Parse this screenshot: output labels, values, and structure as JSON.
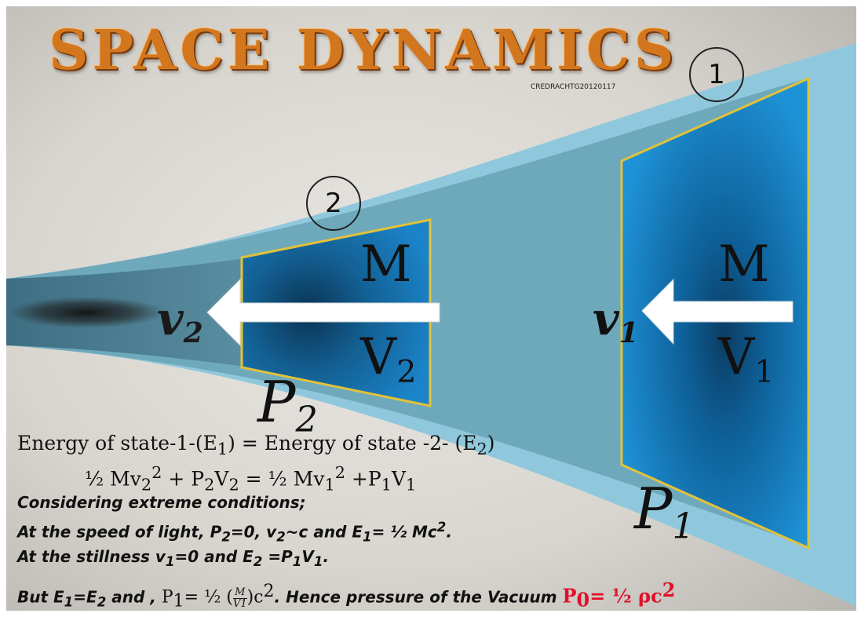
{
  "title": "SPACE DYNAMICS",
  "credit": "CREDRACHTG20120117",
  "state_labels": {
    "state1": "1",
    "state2": "2"
  },
  "mass": {
    "m": "M"
  },
  "volumes": {
    "v2_main": "V",
    "v2_sub": "2",
    "v1_main": "V",
    "v1_sub": "1"
  },
  "velocities": {
    "v2_main": "v",
    "v2_sub": "2",
    "v1_main": "v",
    "v1_sub": "1"
  },
  "pressures": {
    "p2_main": "P",
    "p2_sub": "2",
    "p1_main": "P",
    "p1_sub": "1"
  },
  "equations": {
    "line1": {
      "a": "Energy  of state-1-(E",
      "a_sub": "1",
      "b": ") = Energy of state -2-  (E",
      "b_sub": "2",
      "c": ")"
    },
    "line2": {
      "a": "½ Mv",
      "a_sub": "2",
      "a_sup": "2",
      "b": " + P",
      "b_sub": "2",
      "c": "V",
      "c_sub": "2",
      "d": "     = ½ Mv",
      "d_sub": "1",
      "d_sup": "2",
      "e": " +P",
      "e_sub": "1",
      "f": "V",
      "f_sub": "1"
    },
    "line3": "Considering extreme conditions;",
    "line4": {
      "a": "At the speed of light,  P",
      "a_sub": "2",
      "b": "=0, v",
      "b_sub": "2",
      "c": "~c and  E",
      "c_sub": "1",
      "d": "= ½ Mc",
      "d_sup": "2",
      "e": "."
    },
    "line5": {
      "a": "At the stillness v",
      "a_sub": "1",
      "b": "=0  and  E",
      "b_sub": "2",
      "c": " =P",
      "c_sub": "1",
      "d": "V",
      "d_sub": "1",
      "e": "."
    },
    "line6": {
      "a": "But E",
      "a_sub": "1",
      "b": "=E",
      "b_sub": "2",
      "c": " and , ",
      "d": "P",
      "d_sub": "1",
      "e": "= ½ (",
      "frac_num": "M",
      "frac_den": "V1",
      "f": ")c",
      "f_sup": "2",
      "g": ". Hence pressure  of the Vacuum ",
      "h": "P",
      "h_sub": "0",
      "i": "= ½  ρc",
      "i_sup": "2"
    }
  },
  "colors": {
    "title": "#d3771f",
    "outer_cone": "#8fc8dc",
    "inner_cone": "#6ea9bb",
    "narrow_tube": "#4f7f91",
    "box_fill": "#1b84c9",
    "box_border": "#e2c23a",
    "arrow": "#ffffff",
    "highlight": "#e0102a"
  }
}
